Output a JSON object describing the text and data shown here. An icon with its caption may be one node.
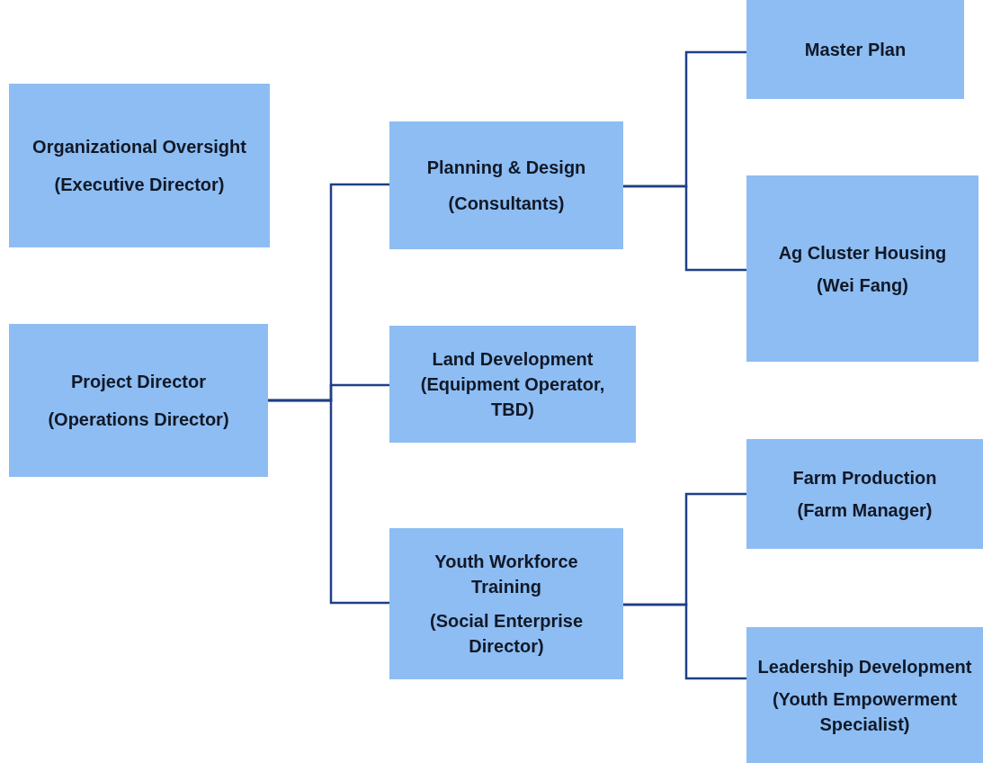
{
  "diagram": {
    "nodes": [
      {
        "text": [
          "Organizational Oversight",
          "(Executive Director)"
        ]
      },
      {
        "text": [
          "Project Director",
          "(Operations Director)"
        ]
      },
      {
        "text": [
          "Planning & Design",
          "(Consultants)"
        ]
      },
      {
        "text": [
          "Land Development (Equipment Operator, TBD)"
        ]
      },
      {
        "text": [
          "Youth Workforce Training",
          "(Social Enterprise Director)"
        ]
      },
      {
        "text": [
          "Master Plan"
        ]
      },
      {
        "text": [
          "Ag Cluster Housing",
          "(Wei Fang)"
        ]
      },
      {
        "text": [
          "Farm Production",
          "(Farm Manager)"
        ]
      },
      {
        "text": [
          "Leadership Development",
          "(Youth Empowerment Specialist)"
        ]
      }
    ],
    "edges": [
      {
        "from": 1,
        "to": 2,
        "arrow": "none"
      },
      {
        "from": 1,
        "to": 3,
        "arrow": "none"
      },
      {
        "from": 1,
        "to": 4,
        "arrow": "none"
      },
      {
        "from": 2,
        "to": 5,
        "arrow": "none"
      },
      {
        "from": 2,
        "to": 6,
        "arrow": "none"
      },
      {
        "from": 4,
        "to": 7,
        "arrow": "none"
      },
      {
        "from": 4,
        "to": 8,
        "arrow": "none"
      }
    ]
  }
}
